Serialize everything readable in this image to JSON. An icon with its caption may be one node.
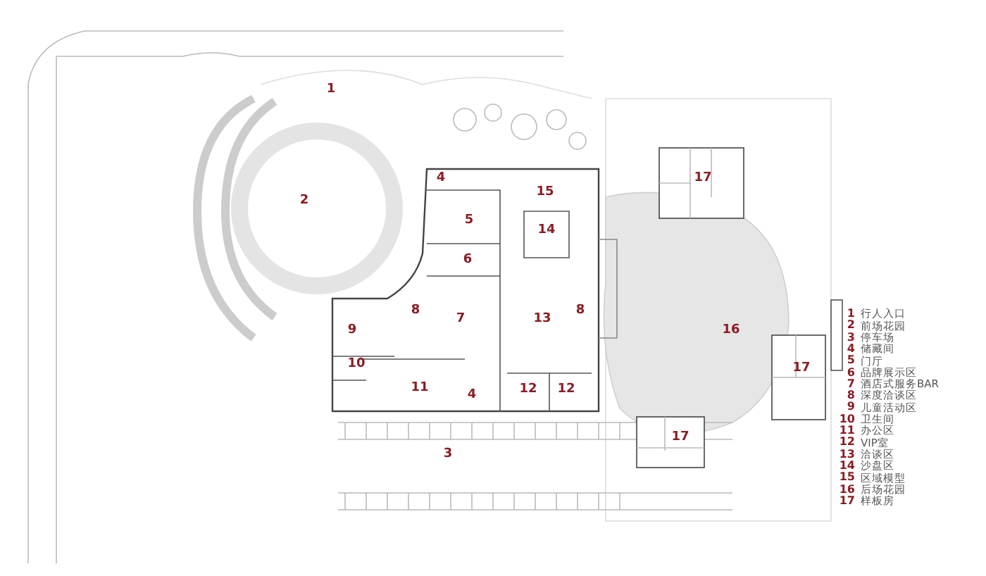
{
  "diagram": {
    "labels": [
      "1",
      "4",
      "15",
      "17",
      "2",
      "5",
      "14",
      "6",
      "8",
      "8",
      "7",
      "13",
      "9",
      "16",
      "10",
      "17",
      "11",
      "4",
      "12",
      "12",
      "17",
      "3",
      "1",
      "行人入口",
      "2",
      "前场花园",
      "3",
      "停车场",
      "4",
      "储藏间",
      "5",
      "门厅",
      "6",
      "品牌展示区",
      "7",
      "酒店式服务BAR",
      "8",
      "深度洽谈区",
      "9",
      "儿童活动区",
      "10",
      "卫生间",
      "11",
      "办公区",
      "12",
      "VIP室",
      "13",
      "洽谈区",
      "14",
      "沙盘区",
      "15",
      "区域模型",
      "16",
      "后场花园",
      "17",
      "样板房"
    ]
  }
}
